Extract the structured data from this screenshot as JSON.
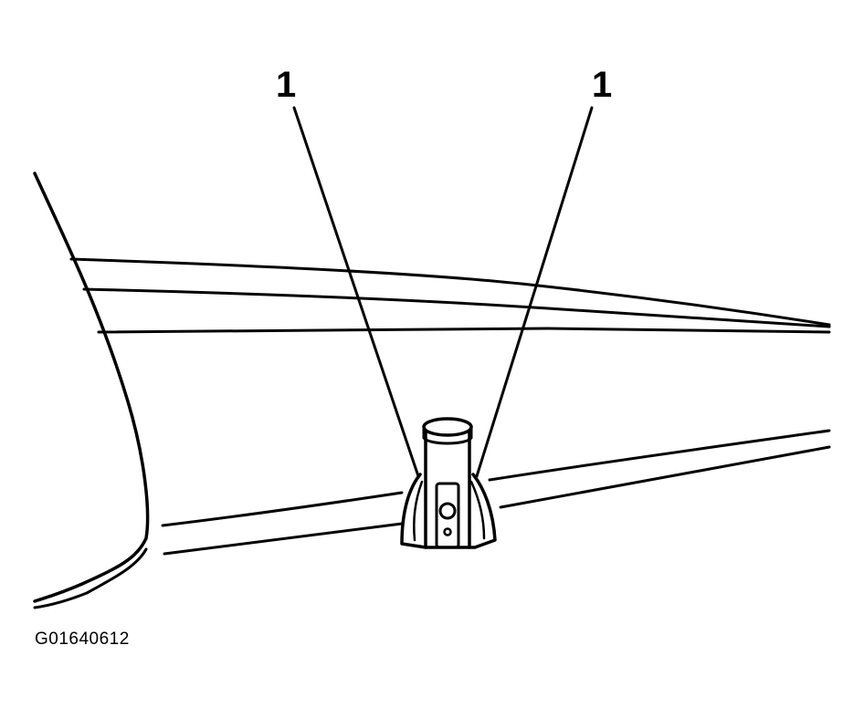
{
  "callouts": [
    {
      "label": "1"
    },
    {
      "label": "1"
    }
  ],
  "figure_id": "G01640612",
  "colors": {
    "line": "#000000",
    "background": "#ffffff"
  }
}
